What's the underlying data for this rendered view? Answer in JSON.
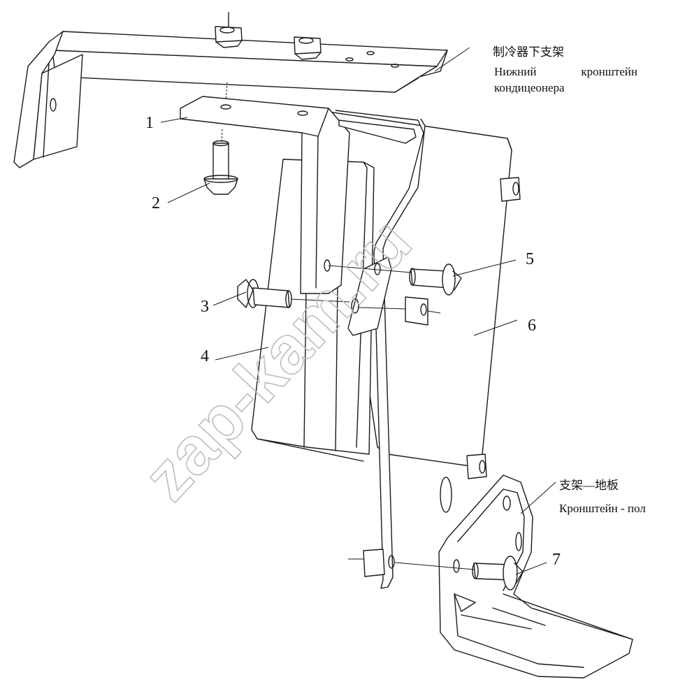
{
  "callouts": [
    {
      "id": "1",
      "label": "1"
    },
    {
      "id": "2",
      "label": "2"
    },
    {
      "id": "3",
      "label": "3"
    },
    {
      "id": "4",
      "label": "4"
    },
    {
      "id": "5",
      "label": "5"
    },
    {
      "id": "6",
      "label": "6"
    },
    {
      "id": "7",
      "label": "7"
    }
  ],
  "notes": {
    "upper_bracket": {
      "chinese": "制冷器下支架",
      "russian_line1_a": "Нижний",
      "russian_line1_b": "кронштейн",
      "russian_line2": "кондицеонера"
    },
    "floor_bracket": {
      "chinese": "支架—地板",
      "russian": "Кронштейн - пол"
    }
  },
  "watermark": "zap-kam.ru"
}
